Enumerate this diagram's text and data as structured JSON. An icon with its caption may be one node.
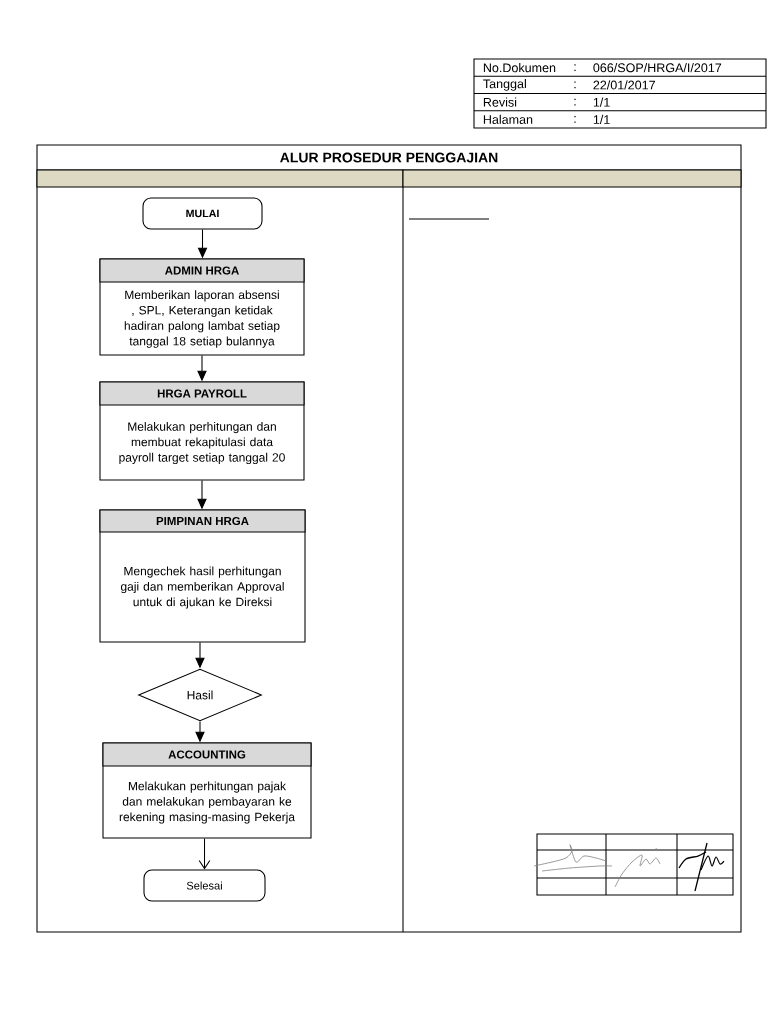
{
  "diagram": {
    "title": "ALUR PROSEDUR PENGGAJIAN",
    "nodes": [
      {
        "text": [
          "MULAI"
        ]
      },
      {
        "text": [
          "ADMIN HRGA",
          "Memberikan laporan absensi , SPL, Keterangan ketidak hadiran palong lambat setiap tanggal 18 setiap bulannya"
        ]
      },
      {
        "text": [
          "HRGA PAYROLL",
          "Melakukan perhitungan dan membuat rekapitulasi data payroll target setiap tanggal 20"
        ]
      },
      {
        "text": [
          "PIMPINAN HRGA",
          "Mengechek hasil perhitungan gaji dan memberikan Approval untuk di ajukan ke Direksi"
        ]
      },
      {
        "text": [
          "Hasil"
        ]
      },
      {
        "text": [
          "ACCOUNTING",
          "Melakukan perhitungan pajak dan melakukan pembayaran ke rekening masing-masing Pekerja"
        ]
      },
      {
        "text": [
          "Selesai"
        ]
      }
    ],
    "edges": [
      {
        "from": 0,
        "to": 1,
        "arrow": "to"
      },
      {
        "from": 1,
        "to": 2,
        "arrow": "to"
      },
      {
        "from": 2,
        "to": 3,
        "arrow": "to"
      },
      {
        "from": 3,
        "to": 4,
        "arrow": "to"
      },
      {
        "from": 4,
        "to": 5,
        "arrow": "to"
      },
      {
        "from": 5,
        "to": 6,
        "arrow": "to"
      }
    ],
    "labels": [
      "No.Dokumen",
      ":",
      "066/SOP/HRGA/I/2017",
      "Tanggal",
      ":",
      "22/01/2017",
      "Revisi",
      ":",
      "1/1",
      "Halaman",
      ":",
      "1/1"
    ]
  }
}
